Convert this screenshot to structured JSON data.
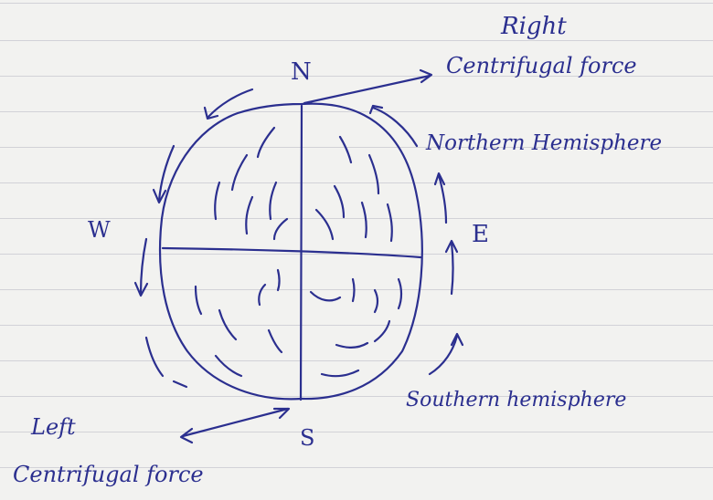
{
  "labels": {
    "north": "N",
    "south": "S",
    "west": "W",
    "east": "E",
    "right_title": "Right",
    "right_force": "Centrifugal force",
    "northern_hemisphere": "Northern Hemisphere",
    "southern_hemisphere": "Southern hemisphere",
    "left_title": "Left",
    "left_force": "Centrifugal force"
  },
  "colors": {
    "ink": "#2b2f8f",
    "paper": "#f2f2f0",
    "rule_line": "#9696aa"
  }
}
